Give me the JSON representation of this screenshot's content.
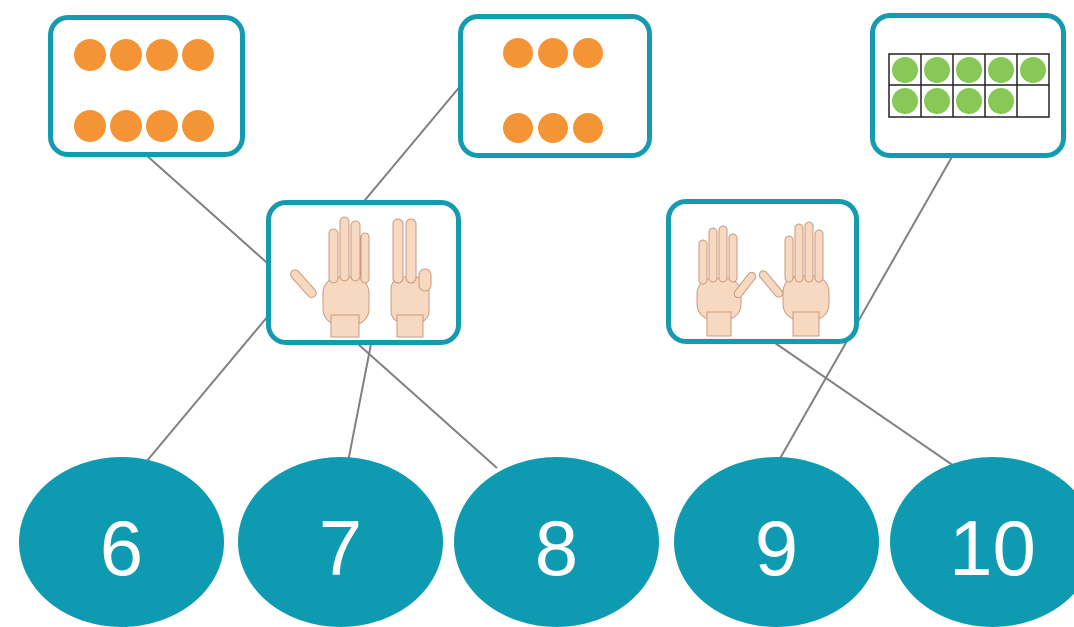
{
  "colors": {
    "card_border": "#159bb0",
    "number_fill": "#0e9ab0",
    "number_text": "#ffffff",
    "orange_dot": "#f59434",
    "green_dot": "#88c857",
    "skin": "#f7d8c0",
    "line": "#808080"
  },
  "cards": [
    {
      "id": "card-eight-dots",
      "kind": "dot-array",
      "dots": 8,
      "rows": [
        4,
        4
      ]
    },
    {
      "id": "card-six-dots",
      "kind": "dot-array",
      "dots": 6,
      "rows": [
        3,
        3
      ]
    },
    {
      "id": "card-ten-frame",
      "kind": "ten-frame",
      "filled": 9,
      "cells": 10
    },
    {
      "id": "card-hands-seven",
      "kind": "hands",
      "fingers": [
        5,
        2
      ]
    },
    {
      "id": "card-hands-ten",
      "kind": "hands",
      "fingers": [
        5,
        5
      ]
    }
  ],
  "numbers": [
    {
      "id": "number-6",
      "label": "6"
    },
    {
      "id": "number-7",
      "label": "7"
    },
    {
      "id": "number-8",
      "label": "8"
    },
    {
      "id": "number-9",
      "label": "9"
    },
    {
      "id": "number-10",
      "label": "10"
    }
  ],
  "matches": [
    {
      "card": "card-eight-dots",
      "number": "8"
    },
    {
      "card": "card-six-dots",
      "number": "6"
    },
    {
      "card": "card-ten-frame",
      "number": "9"
    },
    {
      "card": "card-hands-seven",
      "number": "7"
    },
    {
      "card": "card-hands-ten",
      "number": "10"
    }
  ]
}
